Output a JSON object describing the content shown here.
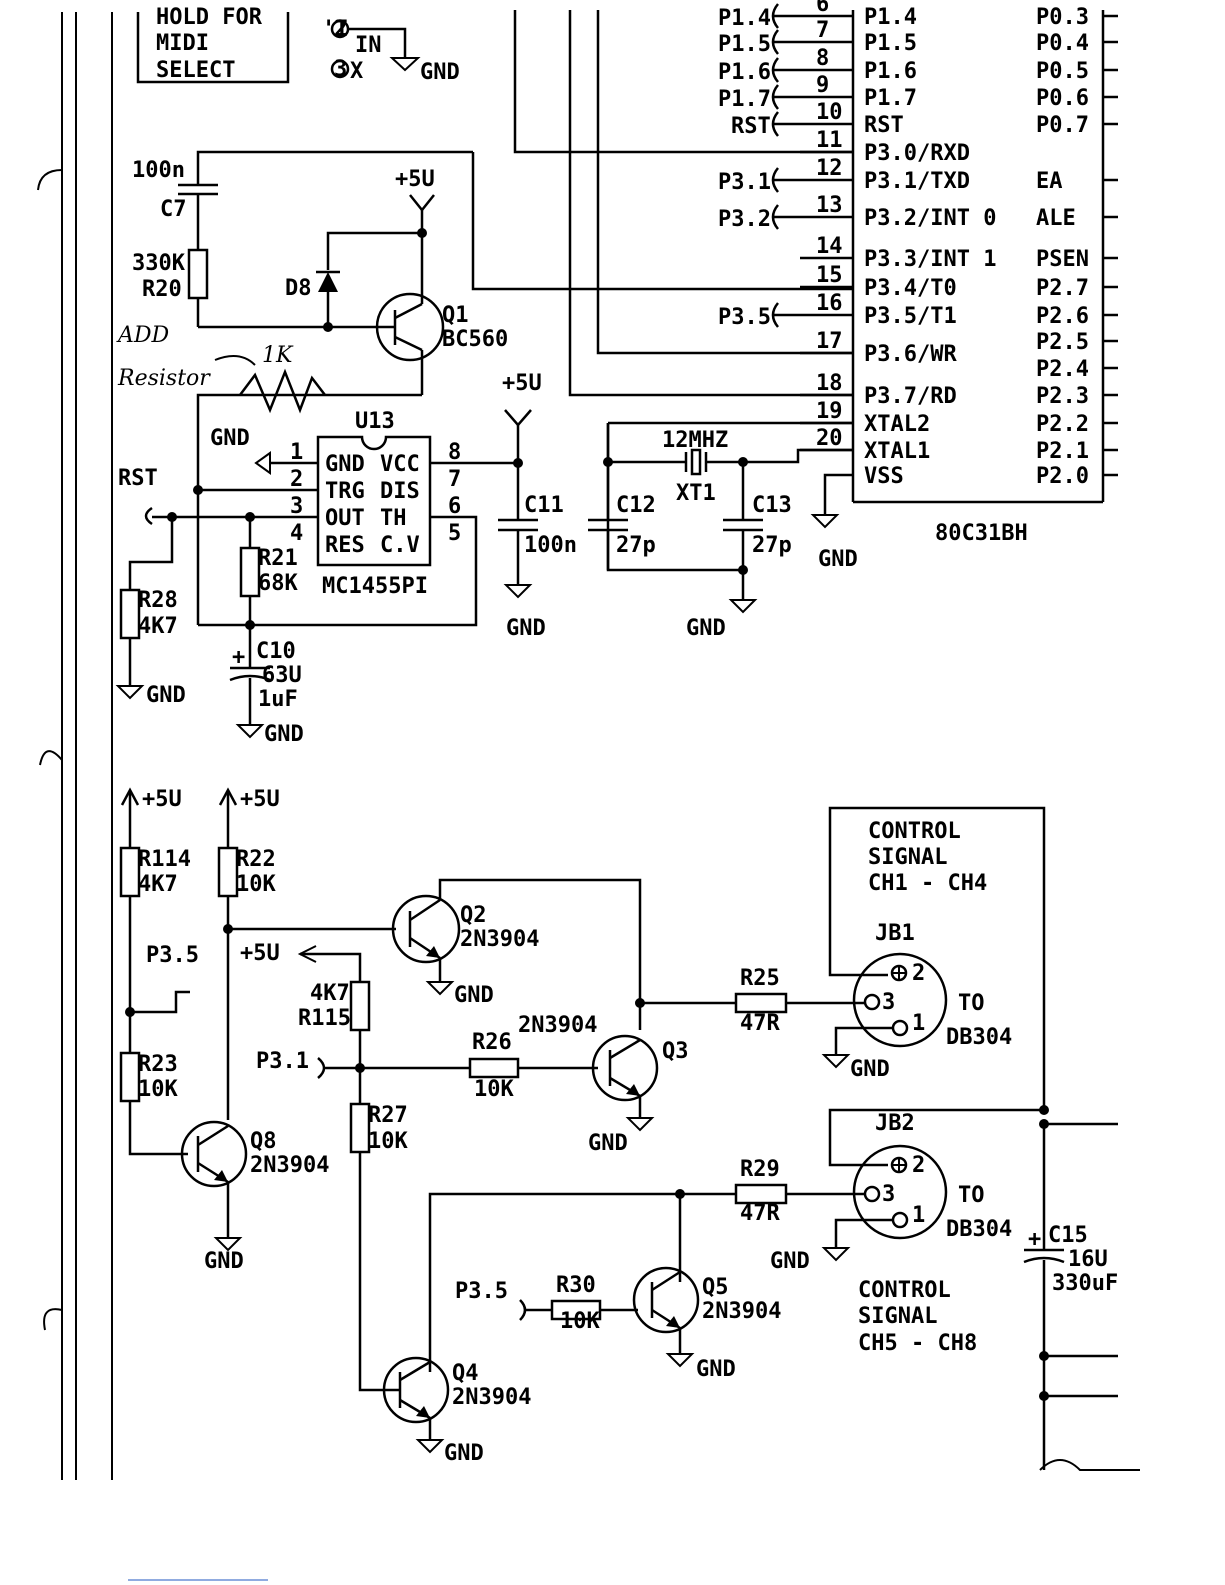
{
  "selector_box": {
    "line1": "HOLD FOR",
    "line2": "MIDI",
    "line3": "SELECT"
  },
  "switch": {
    "pin2": "2",
    "pin3": "3",
    "in": "IN",
    "gnd": "GND"
  },
  "mcu": {
    "part": "80C31BH",
    "left_pins": [
      {
        "num": "6",
        "name": "P1.4",
        "net": "P1.4"
      },
      {
        "num": "7",
        "name": "P1.5",
        "net": "P1.5"
      },
      {
        "num": "8",
        "name": "P1.6",
        "net": "P1.6"
      },
      {
        "num": "9",
        "name": "P1.7",
        "net": "P1.7"
      },
      {
        "num": "10",
        "name": "RST",
        "net": "RST"
      },
      {
        "num": "11",
        "name": "P3.0/RXD",
        "net": ""
      },
      {
        "num": "12",
        "name": "P3.1/TXD",
        "net": "P3.1"
      },
      {
        "num": "13",
        "name": "P3.2/INT 0",
        "net": "P3.2"
      },
      {
        "num": "14",
        "name": "P3.3/INT 1",
        "net": ""
      },
      {
        "num": "15",
        "name": "P3.4/T0",
        "net": ""
      },
      {
        "num": "16",
        "name": "P3.5/T1",
        "net": "P3.5"
      },
      {
        "num": "17",
        "name": "P3.6/WR",
        "net": ""
      },
      {
        "num": "18",
        "name": "P3.7/RD",
        "net": ""
      },
      {
        "num": "19",
        "name": "XTAL2",
        "net": ""
      },
      {
        "num": "20",
        "name": "XTAL1",
        "net": ""
      },
      {
        "num": "",
        "name": "VSS",
        "net": ""
      }
    ],
    "right_pins": [
      "P0.3",
      "P0.4",
      "P0.5",
      "P0.6",
      "P0.7",
      "EA",
      "ALE",
      "PSEN",
      "P2.7",
      "P2.6",
      "P2.5",
      "P2.4",
      "P2.3",
      "P2.2",
      "P2.1",
      "P2.0"
    ]
  },
  "reset": {
    "c7": "100n",
    "c7_ref": "C7",
    "r20": "330K",
    "r20_ref": "R20",
    "d8": "D8",
    "q1": "Q1",
    "q1_part": "BC560",
    "vcc": "+5U",
    "note1": "ADD",
    "note2": "Resistor",
    "note_value": "1K"
  },
  "timer": {
    "ref": "U13",
    "part": "MC1455PI",
    "pins_left": [
      {
        "n": "1",
        "name": "GND"
      },
      {
        "n": "2",
        "name": "TRG"
      },
      {
        "n": "3",
        "name": "OUT"
      },
      {
        "n": "4",
        "name": "RES"
      }
    ],
    "pins_right": [
      {
        "n": "8",
        "name": "VCC"
      },
      {
        "n": "7",
        "name": "DIS"
      },
      {
        "n": "6",
        "name": "TH"
      },
      {
        "n": "5",
        "name": "C.V"
      }
    ],
    "gnd": "GND",
    "vcc": "+5U",
    "rst": "RST",
    "r21": "R21",
    "r21_val": "68K",
    "r28": "R28",
    "r28_val": "4K7",
    "c10": "C10",
    "c10_volt": "63U",
    "c10_val": "1uF",
    "c11": "C11",
    "c11_val": "100n",
    "gnd1": "GND",
    "gnd2": "GND",
    "gnd3": "GND"
  },
  "crystal": {
    "c12": "C12",
    "c12_val": "27p",
    "xt": "XT1",
    "xt_val": "12MHZ",
    "c13": "C13",
    "c13_val": "27p",
    "gnd": "GND",
    "gnd2": "GND"
  },
  "driver": {
    "vcc1": "+5U",
    "vcc2": "+5U",
    "vcc3": "+5U",
    "r114": "R114",
    "r114_val": "4K7",
    "r22": "R22",
    "r22_val": "10K",
    "p35a": "P3.5",
    "r23": "R23",
    "r23_val": "10K",
    "q8": "Q8",
    "q8_part": "2N3904",
    "q2": "Q2",
    "q2_part": "2N3904",
    "r115_val": "4K7",
    "r115": "R115",
    "p31": "P3.1",
    "r26": "R26",
    "r26_val": "10K",
    "q3_part": "2N3904",
    "q3": "Q3",
    "r27": "R27",
    "r27_val": "10K",
    "r25": "R25",
    "r25_val": "47R",
    "jb1": "JB1",
    "jb1_to": "TO",
    "jb1_part": "DB304",
    "ctl1_a": "CONTROL",
    "ctl1_b": "SIGNAL",
    "ctl1_c": "CH1 - CH4",
    "r29": "R29",
    "r29_val": "47R",
    "jb2": "JB2",
    "jb2_to": "TO",
    "jb2_part": "DB304",
    "ctl2_a": "CONTROL",
    "ctl2_b": "SIGNAL",
    "ctl2_c": "CH5 - CH8",
    "p35b": "P3.5",
    "r30": "R30",
    "r30_val": "10K",
    "q5": "Q5",
    "q5_part": "2N3904",
    "q4": "Q4",
    "q4_part": "2N3904",
    "c15": "C15",
    "c15_volt": "16U",
    "c15_val": "330uF",
    "gnd": "GND"
  }
}
